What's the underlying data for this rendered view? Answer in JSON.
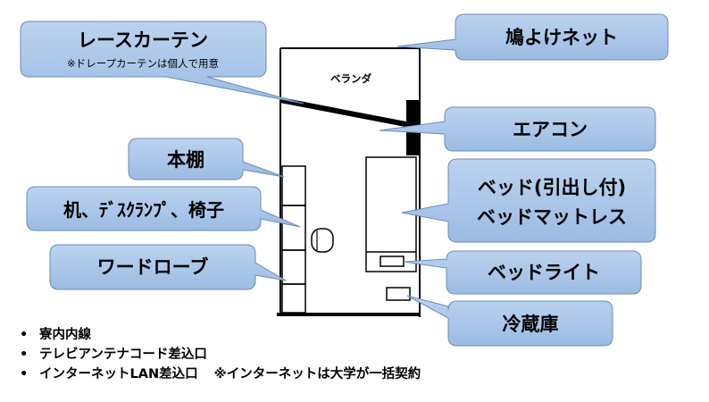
{
  "room": {
    "veranda_label": "ベランダ"
  },
  "callouts": {
    "lace_curtain": {
      "title": "レースカーテン",
      "note": "※ドレープカーテンは個人で用意"
    },
    "pigeon_net": {
      "title": "鳩よけネット"
    },
    "aircon": {
      "title": "エアコン"
    },
    "bed": {
      "line1": "ベッド(引出し付)",
      "line2": "ベッドマットレス"
    },
    "bookshelf": {
      "title": "本棚"
    },
    "desk": {
      "title": "机、ﾃﾞｽｸﾗﾝﾌﾟ、椅子"
    },
    "wardrobe": {
      "title": "ワードローブ"
    },
    "bedlight": {
      "title": "ベッドライト"
    },
    "fridge": {
      "title": "冷蔵庫"
    }
  },
  "notes": [
    {
      "text": "寮内内線"
    },
    {
      "text": "テレビアンテナコード差込口"
    },
    {
      "text": "インターネットLAN差込口",
      "extra": "※インターネットは大学が一括契約"
    }
  ],
  "colors": {
    "callout_fill": "#a8c4e6",
    "callout_stroke": "#6b8cb8",
    "plan_line": "#000000"
  }
}
